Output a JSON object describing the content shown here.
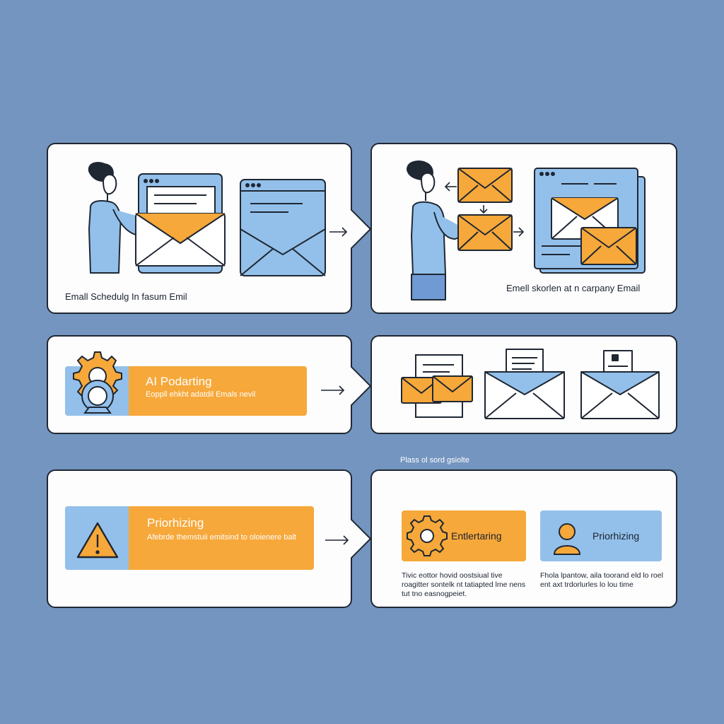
{
  "panels": {
    "p1": {
      "caption": "Emall Schedulg In fasum Emil"
    },
    "p2": {
      "caption": "Emell skorlen at n carpany Email"
    },
    "p3": {
      "title": "AI Podarting",
      "subtitle": "Eoppll ehkht adatdil Emals nevil"
    },
    "p5": {
      "title": "Priorhizing",
      "subtitle": "Afebrde themstuii emitsind to oloienere balt"
    },
    "p6": {
      "chip1": "Entlertaring",
      "chip2": "Priorhizing",
      "para1": "Tivic eottor hovid oostsiual tive roagitter sontelk nt tatiapted lme nens tut tno easnogpeiet.",
      "para2": "Fhola lpantow, aila toorand eld lo roel ent axt trdorlurles lo lou time"
    }
  },
  "section_label": "Plass ol sord gsiolte",
  "colors": {
    "background": "#7495bf",
    "accent_orange": "#f6a83a",
    "accent_blue": "#93c0ea",
    "outline": "#1f2733"
  },
  "icons": [
    "person-icon",
    "browser-window-icon",
    "envelope-icon",
    "arrow-right-icon",
    "gear-icon",
    "warning-icon",
    "avatar-icon",
    "document-icon"
  ]
}
